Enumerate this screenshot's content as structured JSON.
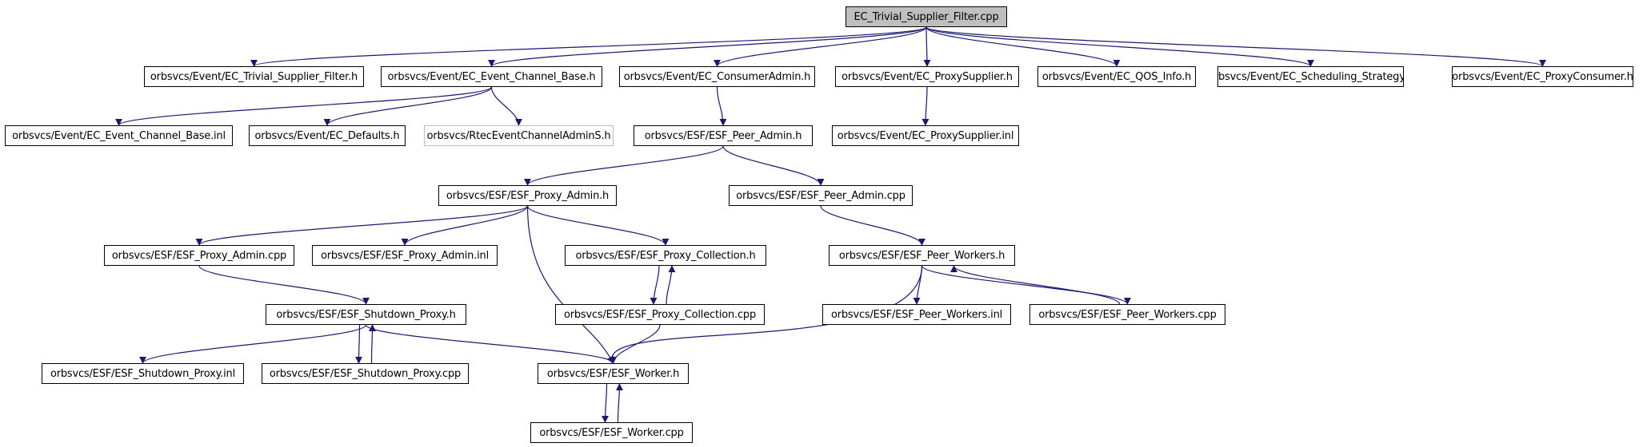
{
  "colors": {
    "edge": "#191970",
    "root_fill": "#bfbfbf",
    "node_border": "#000000",
    "external_border": "#bfbfbf"
  },
  "nodes": [
    {
      "id": "root",
      "label": "EC_Trivial_Supplier_Filter.cpp",
      "kind": "root"
    },
    {
      "id": "ectsfh",
      "label": "orbsvcs/Event/EC_Trivial_Supplier_Filter.h",
      "kind": "file"
    },
    {
      "id": "ececb",
      "label": "orbsvcs/Event/EC_Event_Channel_Base.h",
      "kind": "file"
    },
    {
      "id": "ecca",
      "label": "orbsvcs/Event/EC_ConsumerAdmin.h",
      "kind": "file"
    },
    {
      "id": "ecps",
      "label": "orbsvcs/Event/EC_ProxySupplier.h",
      "kind": "file"
    },
    {
      "id": "ecqos",
      "label": "orbsvcs/Event/EC_QOS_Info.h",
      "kind": "file"
    },
    {
      "id": "ecss",
      "label": "orbsvcs/Event/EC_Scheduling_Strategy.h",
      "kind": "file"
    },
    {
      "id": "ecpc",
      "label": "orbsvcs/Event/EC_ProxyConsumer.h",
      "kind": "file"
    },
    {
      "id": "ececbinl",
      "label": "orbsvcs/Event/EC_Event_Channel_Base.inl",
      "kind": "file"
    },
    {
      "id": "ecdef",
      "label": "orbsvcs/Event/EC_Defaults.h",
      "kind": "file"
    },
    {
      "id": "rtec",
      "label": "orbsvcs/RtecEventChannelAdminS.h",
      "kind": "external"
    },
    {
      "id": "esfpa",
      "label": "orbsvcs/ESF/ESF_Peer_Admin.h",
      "kind": "file"
    },
    {
      "id": "ecpsinl",
      "label": "orbsvcs/Event/EC_ProxySupplier.inl",
      "kind": "file"
    },
    {
      "id": "esfproxa",
      "label": "orbsvcs/ESF/ESF_Proxy_Admin.h",
      "kind": "file"
    },
    {
      "id": "esfpacpp",
      "label": "orbsvcs/ESF/ESF_Peer_Admin.cpp",
      "kind": "file"
    },
    {
      "id": "esfproxacpp",
      "label": "orbsvcs/ESF/ESF_Proxy_Admin.cpp",
      "kind": "file"
    },
    {
      "id": "esfproxainl",
      "label": "orbsvcs/ESF/ESF_Proxy_Admin.inl",
      "kind": "file"
    },
    {
      "id": "esfproxcol",
      "label": "orbsvcs/ESF/ESF_Proxy_Collection.h",
      "kind": "file"
    },
    {
      "id": "esfpw",
      "label": "orbsvcs/ESF/ESF_Peer_Workers.h",
      "kind": "file"
    },
    {
      "id": "esfsp",
      "label": "orbsvcs/ESF/ESF_Shutdown_Proxy.h",
      "kind": "file"
    },
    {
      "id": "esfproxcolcpp",
      "label": "orbsvcs/ESF/ESF_Proxy_Collection.cpp",
      "kind": "file"
    },
    {
      "id": "esfpwinl",
      "label": "orbsvcs/ESF/ESF_Peer_Workers.inl",
      "kind": "file"
    },
    {
      "id": "esfpwcpp",
      "label": "orbsvcs/ESF/ESF_Peer_Workers.cpp",
      "kind": "file"
    },
    {
      "id": "esfspinl",
      "label": "orbsvcs/ESF/ESF_Shutdown_Proxy.inl",
      "kind": "file"
    },
    {
      "id": "esfspcpp",
      "label": "orbsvcs/ESF/ESF_Shutdown_Proxy.cpp",
      "kind": "file"
    },
    {
      "id": "esfw",
      "label": "orbsvcs/ESF/ESF_Worker.h",
      "kind": "file"
    },
    {
      "id": "esfwcpp",
      "label": "orbsvcs/ESF/ESF_Worker.cpp",
      "kind": "file"
    }
  ],
  "edges": [
    [
      "root",
      "ectsfh"
    ],
    [
      "root",
      "ececb"
    ],
    [
      "root",
      "ecca"
    ],
    [
      "root",
      "ecps"
    ],
    [
      "root",
      "ecqos"
    ],
    [
      "root",
      "ecss"
    ],
    [
      "root",
      "ecpc"
    ],
    [
      "ececb",
      "ececbinl"
    ],
    [
      "ececb",
      "ecdef"
    ],
    [
      "ececb",
      "rtec"
    ],
    [
      "ecca",
      "esfpa"
    ],
    [
      "ecps",
      "ecpsinl"
    ],
    [
      "esfpa",
      "esfproxa"
    ],
    [
      "esfpa",
      "esfpacpp"
    ],
    [
      "esfproxa",
      "esfproxacpp"
    ],
    [
      "esfproxa",
      "esfproxainl"
    ],
    [
      "esfproxa",
      "esfproxcol"
    ],
    [
      "esfproxa",
      "esfw"
    ],
    [
      "esfpacpp",
      "esfpw"
    ],
    [
      "esfproxacpp",
      "esfsp"
    ],
    [
      "esfproxcol",
      "esfproxcolcpp"
    ],
    [
      "esfproxcolcpp",
      "esfproxcol"
    ],
    [
      "esfpw",
      "esfw"
    ],
    [
      "esfpw",
      "esfpwinl"
    ],
    [
      "esfpw",
      "esfpwcpp"
    ],
    [
      "esfpwcpp",
      "esfpw"
    ],
    [
      "esfproxcolcpp",
      "esfw"
    ],
    [
      "esfsp",
      "esfspinl"
    ],
    [
      "esfsp",
      "esfspcpp"
    ],
    [
      "esfspcpp",
      "esfsp"
    ],
    [
      "esfsp",
      "esfw"
    ],
    [
      "esfw",
      "esfwcpp"
    ],
    [
      "esfwcpp",
      "esfw"
    ]
  ]
}
